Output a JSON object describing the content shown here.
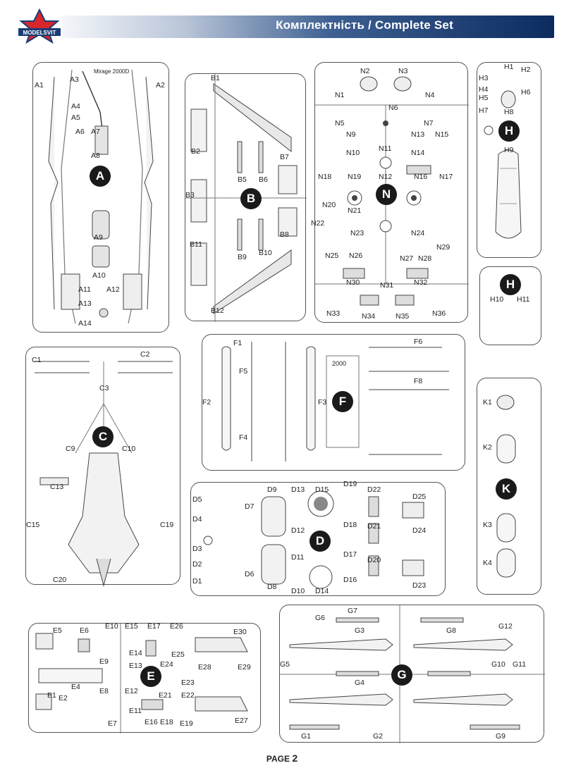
{
  "header": {
    "title": "Комплектність / Complete Set",
    "brand": "MODELSVIT"
  },
  "footer": {
    "page_label": "PAGE",
    "page_number": "2"
  },
  "sprues": {
    "A": {
      "letter": "A",
      "labels": [
        "A1",
        "A2",
        "A3",
        "A4",
        "A5",
        "A6",
        "A7",
        "A8",
        "A9",
        "A10",
        "A11",
        "A12",
        "A13",
        "A14"
      ],
      "text": "Mirage 2000D"
    },
    "B": {
      "letter": "B",
      "labels": [
        "B1",
        "B2",
        "B3",
        "B5",
        "B6",
        "B7",
        "B8",
        "B9",
        "B10",
        "B11",
        "B12"
      ]
    },
    "N": {
      "letter": "N",
      "labels": [
        "N1",
        "N2",
        "N3",
        "N4",
        "N5",
        "N6",
        "N7",
        "N9",
        "N10",
        "N11",
        "N12",
        "N13",
        "N14",
        "N15",
        "N16",
        "N17",
        "N18",
        "N19",
        "N20",
        "N21",
        "N22",
        "N23",
        "N24",
        "N25",
        "N26",
        "N27",
        "N28",
        "N29",
        "N30",
        "N31",
        "N32",
        "N33",
        "N34",
        "N35",
        "N36"
      ]
    },
    "H": {
      "letter": "H",
      "labels": [
        "H1",
        "H2",
        "H3",
        "H4",
        "H5",
        "H6",
        "H7",
        "H8",
        "H9",
        "H10",
        "H11"
      ]
    },
    "C": {
      "letter": "C",
      "labels": [
        "C1",
        "C2",
        "C3",
        "C9",
        "C10",
        "C13",
        "C15",
        "C19",
        "C20"
      ]
    },
    "F": {
      "letter": "F",
      "labels": [
        "F1",
        "F2",
        "F3",
        "F4",
        "F5",
        "F6",
        "F8"
      ],
      "text": "2000"
    },
    "K": {
      "letter": "K",
      "labels": [
        "K1",
        "K2",
        "K3",
        "K4"
      ]
    },
    "D": {
      "letter": "D",
      "labels": [
        "D1",
        "D2",
        "D3",
        "D4",
        "D5",
        "D6",
        "D7",
        "D8",
        "D9",
        "D10",
        "D11",
        "D12",
        "D13",
        "D14",
        "D15",
        "D16",
        "D17",
        "D18",
        "D19",
        "D20",
        "D21",
        "D22",
        "D23",
        "D24",
        "D25"
      ]
    },
    "E": {
      "letter": "E",
      "labels": [
        "E1",
        "E2",
        "E4",
        "E5",
        "E6",
        "E7",
        "E8",
        "E9",
        "E10",
        "E11",
        "E12",
        "E13",
        "E14",
        "E15",
        "E16",
        "E17",
        "E18",
        "E19",
        "E21",
        "E22",
        "E23",
        "E24",
        "E25",
        "E26",
        "E27",
        "E28",
        "E29",
        "E30"
      ]
    },
    "G": {
      "letter": "G",
      "labels": [
        "G1",
        "G2",
        "G3",
        "G4",
        "G5",
        "G6",
        "G7",
        "G8",
        "G9",
        "G10",
        "G11",
        "G12"
      ]
    }
  }
}
